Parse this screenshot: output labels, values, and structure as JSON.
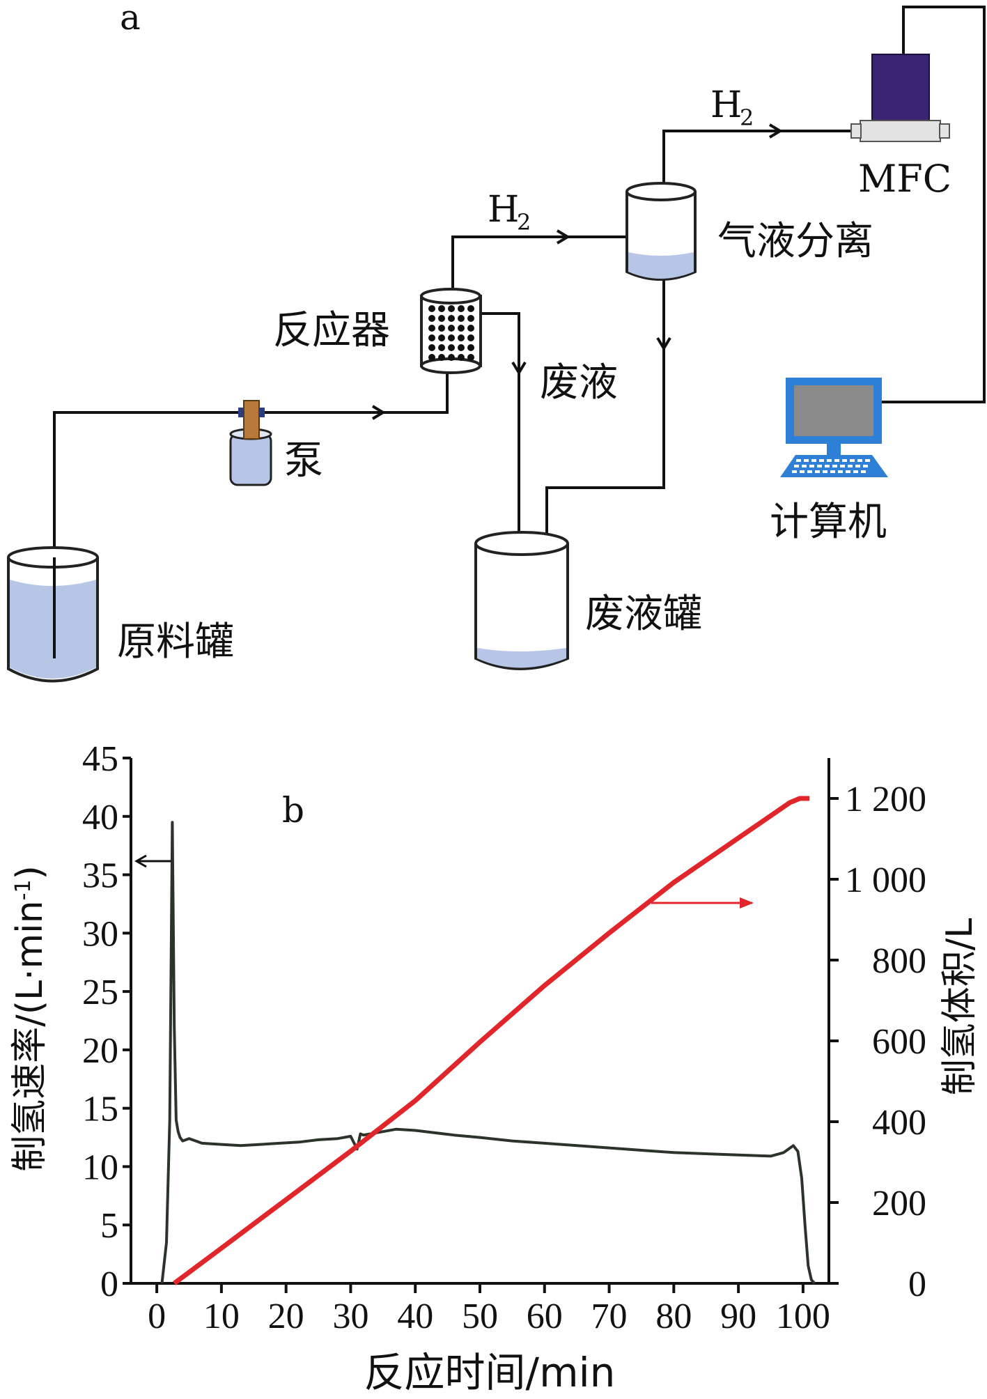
{
  "diagram": {
    "panel_label": "a",
    "labels": {
      "raw_tank": "原料罐",
      "pump": "泵",
      "reactor": "反应器",
      "waste_liquid": "废液",
      "gas_liquid_separation": "气液分离",
      "waste_tank": "废液罐",
      "mfc": "MFC",
      "computer": "计算机",
      "h2_main": "H",
      "h2_sub": "2"
    },
    "colors": {
      "liquid": "#b7c6e6",
      "mfc_body": "#3b2472",
      "computer_blue": "#2e7fd6",
      "screen": "#8a8a8a",
      "pump_head": "#b8793a"
    }
  },
  "chart_data": {
    "panel_label": "b",
    "type": "line",
    "xlabel": "反应时间/min",
    "ylabel_left": "制氢速率/(L·min",
    "ylabel_left_sup": "-1",
    "ylabel_left_close": ")",
    "ylabel_right": "制氢体积/L",
    "xlim": [
      -4,
      104
    ],
    "ylim_left": [
      0,
      45
    ],
    "ylim_right": [
      0,
      1300
    ],
    "x_ticks": [
      0,
      10,
      20,
      30,
      40,
      50,
      60,
      70,
      80,
      90,
      100
    ],
    "x_tick_labels": [
      "0",
      "10",
      "20",
      "30",
      "40",
      "50",
      "60",
      "70",
      "80",
      "90",
      "100"
    ],
    "y_left_ticks": [
      0,
      5,
      10,
      15,
      20,
      25,
      30,
      35,
      40,
      45
    ],
    "y_left_tick_labels": [
      "0",
      "5",
      "10",
      "15",
      "20",
      "25",
      "30",
      "35",
      "40",
      "45"
    ],
    "y_right_ticks": [
      0,
      200,
      400,
      600,
      800,
      1000,
      1200
    ],
    "y_right_tick_labels": [
      "0",
      "200",
      "400",
      "600",
      "800",
      "1 000",
      "1 200"
    ],
    "series": [
      {
        "axis": "left",
        "color": "#2b332b",
        "x": [
          0.8,
          1.5,
          2.0,
          2.4,
          2.7,
          3.0,
          3.3,
          3.6,
          4.0,
          5,
          7,
          10,
          13,
          16,
          19,
          22,
          25,
          28,
          30,
          31,
          31.5,
          32,
          35,
          37,
          40,
          43,
          46,
          50,
          55,
          60,
          65,
          70,
          75,
          80,
          85,
          90,
          95,
          97,
          98.5,
          99.2,
          99.8,
          100.3,
          100.8,
          101.3,
          101.8
        ],
        "y": [
          0,
          3.5,
          14,
          39.5,
          22,
          14,
          13,
          12.5,
          12.2,
          12.4,
          12.0,
          11.9,
          11.8,
          11.9,
          12.0,
          12.1,
          12.3,
          12.4,
          12.6,
          11.5,
          12.8,
          12.7,
          13.0,
          13.2,
          13.1,
          12.9,
          12.7,
          12.5,
          12.2,
          12.0,
          11.8,
          11.6,
          11.4,
          11.2,
          11.1,
          11.0,
          10.9,
          11.2,
          11.8,
          11.3,
          9.0,
          5.0,
          1.5,
          0.3,
          0
        ]
      },
      {
        "axis": "right",
        "color": "#e0262b",
        "x": [
          2.7,
          10,
          20,
          30,
          40,
          50,
          60,
          70,
          80,
          90,
          98,
          99.5,
          101
        ],
        "y": [
          0,
          87,
          207,
          327,
          452,
          597,
          737,
          867,
          992,
          1102,
          1190,
          1200,
          1200
        ]
      }
    ],
    "annotations": [
      {
        "text": "",
        "points_to": "left"
      },
      {
        "text": "",
        "points_to": "right"
      }
    ]
  }
}
